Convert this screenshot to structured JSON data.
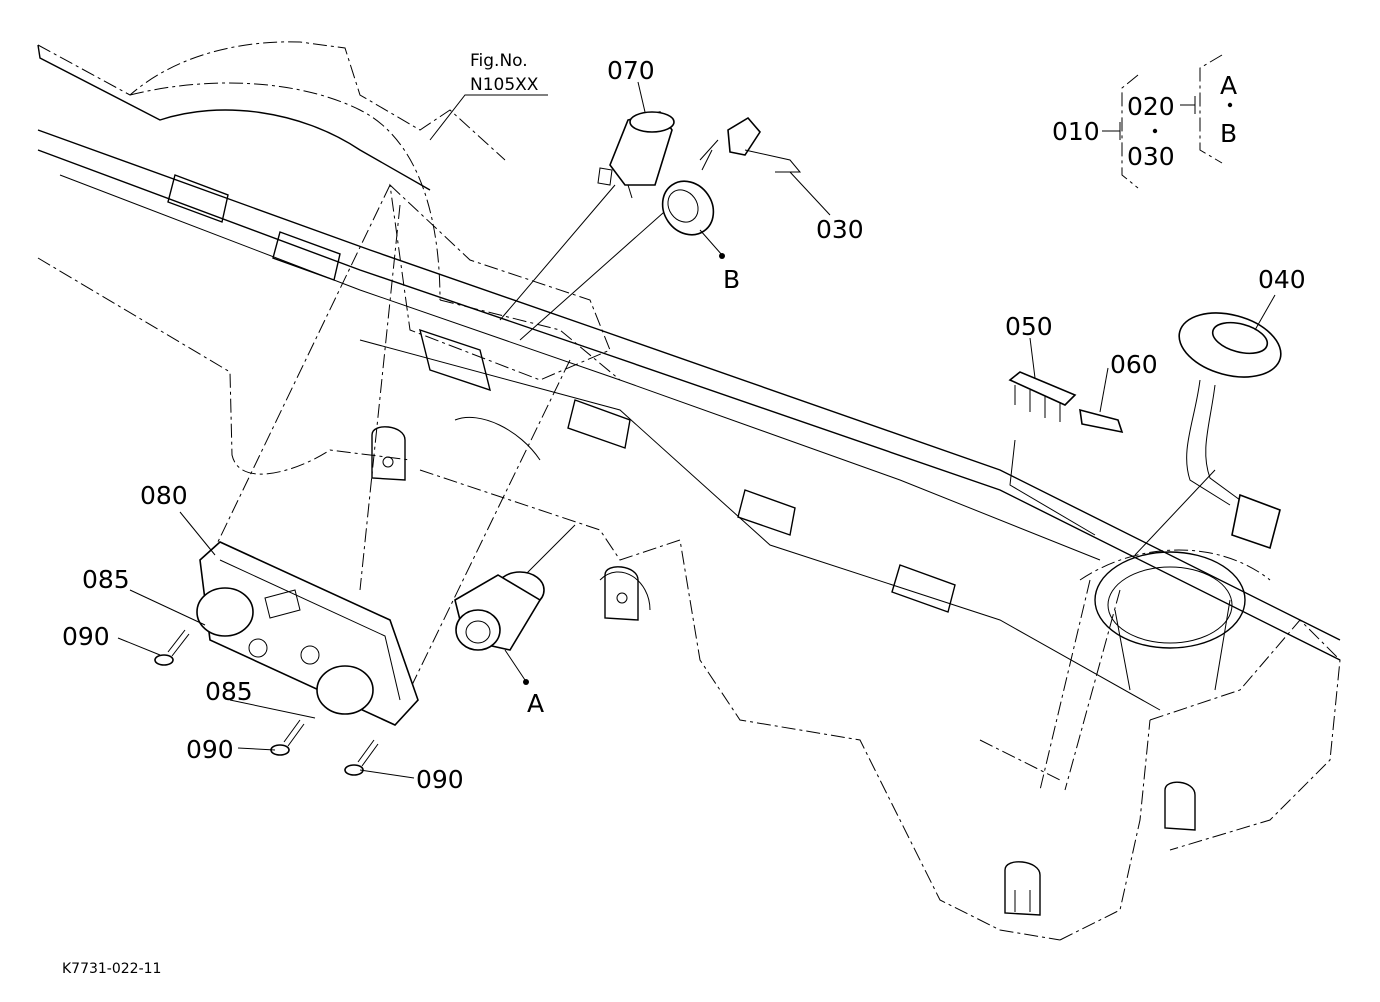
{
  "figure": {
    "fig_caption": "Fig.No.",
    "fig_number": "N105XX",
    "drawing_id": "K7731-022-11"
  },
  "parts": {
    "p010": "010",
    "p020": "020",
    "p030_legend": "030",
    "p030": "030",
    "p040": "040",
    "p050": "050",
    "p060": "060",
    "p070": "070",
    "p080": "080",
    "p085a": "085",
    "p085b": "085",
    "p090a": "090",
    "p090b": "090",
    "p090c": "090"
  },
  "refs": {
    "legend_a": "A",
    "legend_b": "B",
    "ref_a": "A",
    "ref_b": "B"
  }
}
